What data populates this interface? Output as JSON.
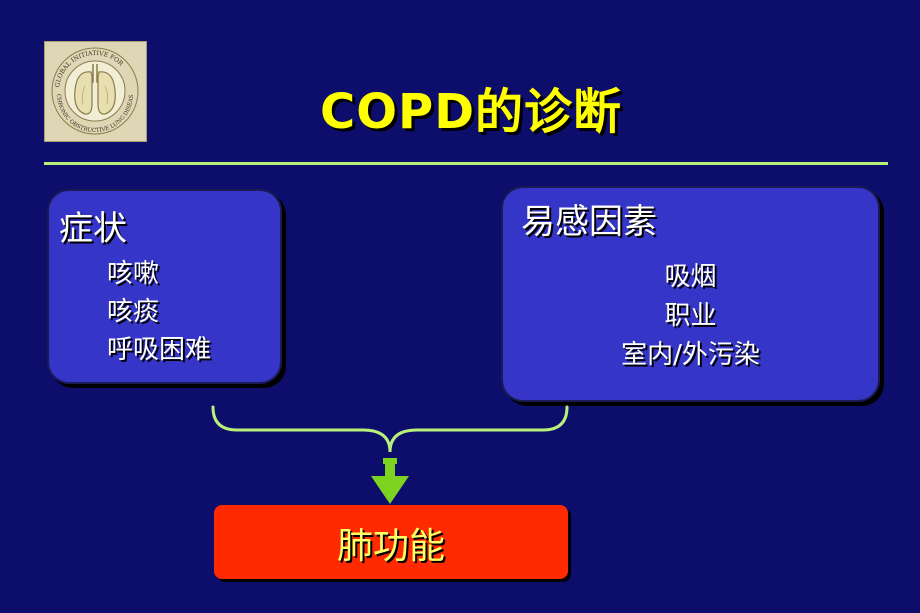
{
  "slide": {
    "title": "COPD的诊断",
    "logo": {
      "icon": "lungs-icon",
      "text": "GLOBAL INITIATIVE FOR CHRONIC OBSTRUCTIVE LUNG DISEASE"
    },
    "symptoms": {
      "heading": "症状",
      "items": [
        "咳嗽",
        "咳痰",
        "呼吸困难"
      ]
    },
    "risk_factors": {
      "heading": "易感因素",
      "items": [
        "吸烟",
        "职业",
        "室内/外污染"
      ]
    },
    "result": {
      "label": "肺功能"
    },
    "colors": {
      "background": "#0d0d6b",
      "title": "#ffff00",
      "box": "#3535c8",
      "rule": "#b8f07a",
      "connector": "#b8f07a",
      "arrow": "#7ed321",
      "result_box": "#ff2a00",
      "result_text": "#ffff66"
    }
  }
}
